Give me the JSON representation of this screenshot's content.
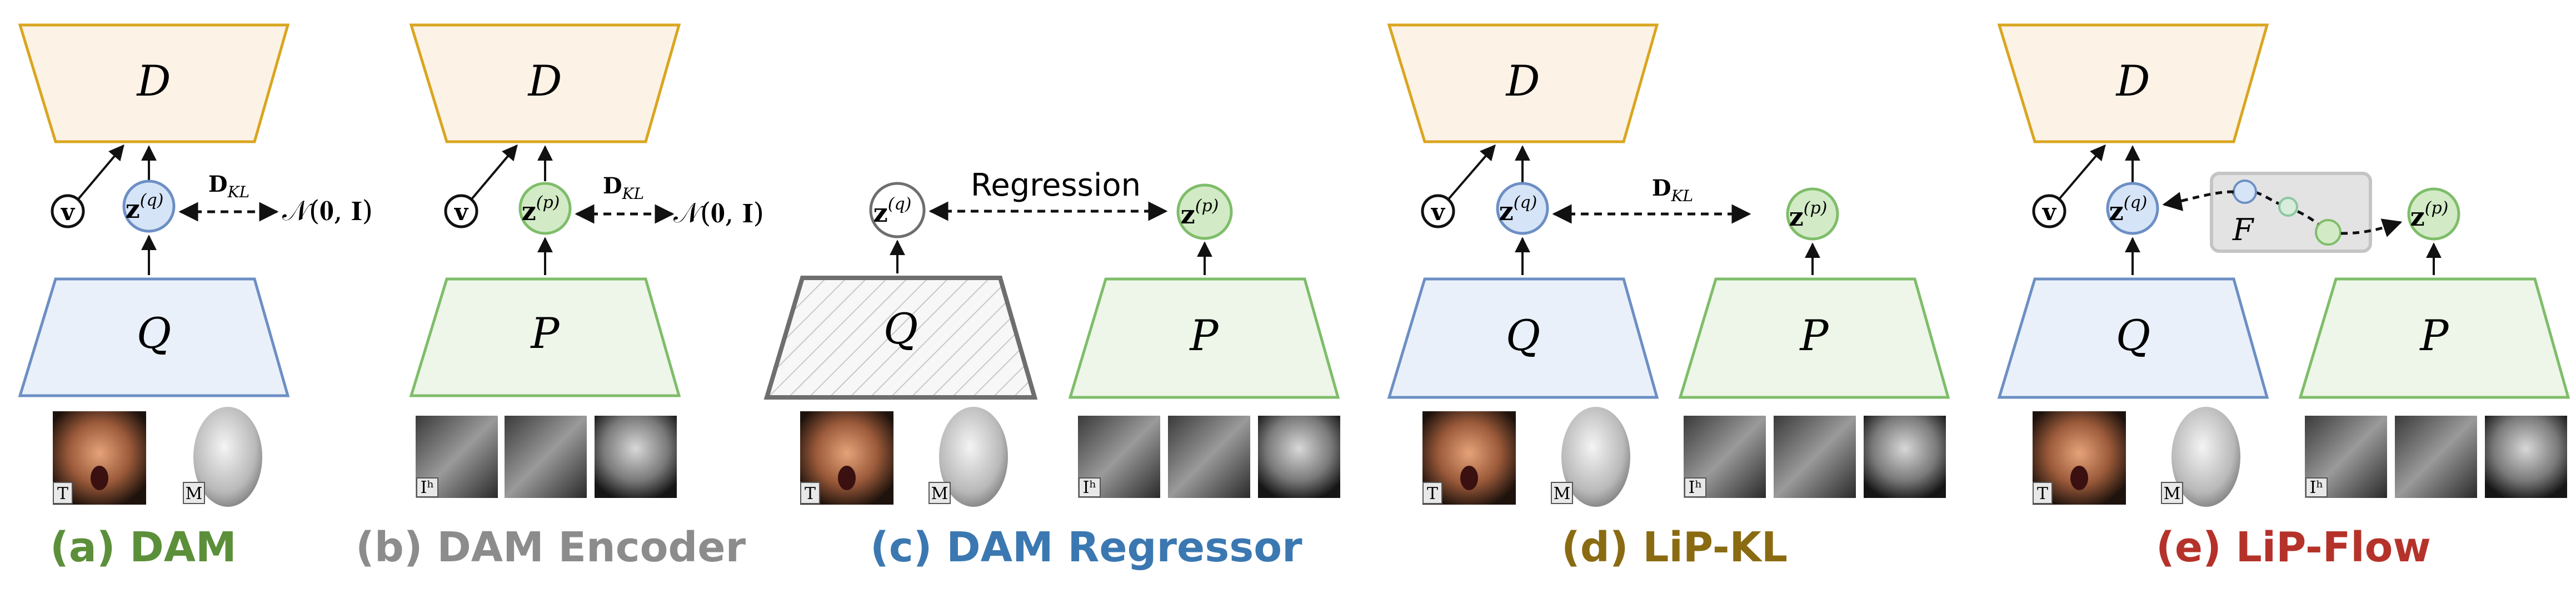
{
  "colors": {
    "decoder_fill": "#fdf2e6",
    "decoder_stroke": "#d9a620",
    "blue_fill": "#eaf0fa",
    "blue_stroke": "#6c8fc4",
    "blue_node": "#d6e4f7",
    "green_fill": "#edf6e8",
    "green_stroke": "#7fbd6a",
    "green_node": "#d2ebc6",
    "gray_stroke": "#6e6e6e",
    "flow_box_fill": "#e3e3e3",
    "flow_box_stroke": "#c4c4c4",
    "cap_a": "#5c8f3a",
    "cap_b": "#8c8c8c",
    "cap_c": "#3b78b1",
    "cap_d": "#8a6b12",
    "cap_e": "#b5322a"
  },
  "symbols": {
    "decoder": "D",
    "encoder_q": "Q",
    "encoder_p": "P",
    "view": "v",
    "z_base": "z",
    "sup_q": "(q)",
    "sup_p": "(p)",
    "kl_base": "D",
    "kl_sub": "KL",
    "normal": "𝒩(𝟎, 𝐈)",
    "flow": "F"
  },
  "labels": {
    "regression": "Regression"
  },
  "input_tags": {
    "texture": "T",
    "mesh": "M",
    "headset": "Iʰ"
  },
  "panels": [
    {
      "id": "a",
      "caption": "(a) DAM"
    },
    {
      "id": "b",
      "caption": "(b) DAM Encoder"
    },
    {
      "id": "c",
      "caption": "(c) DAM Regressor"
    },
    {
      "id": "d",
      "caption": "(d) LiP-KL"
    },
    {
      "id": "e",
      "caption": "(e) LiP-Flow"
    }
  ]
}
